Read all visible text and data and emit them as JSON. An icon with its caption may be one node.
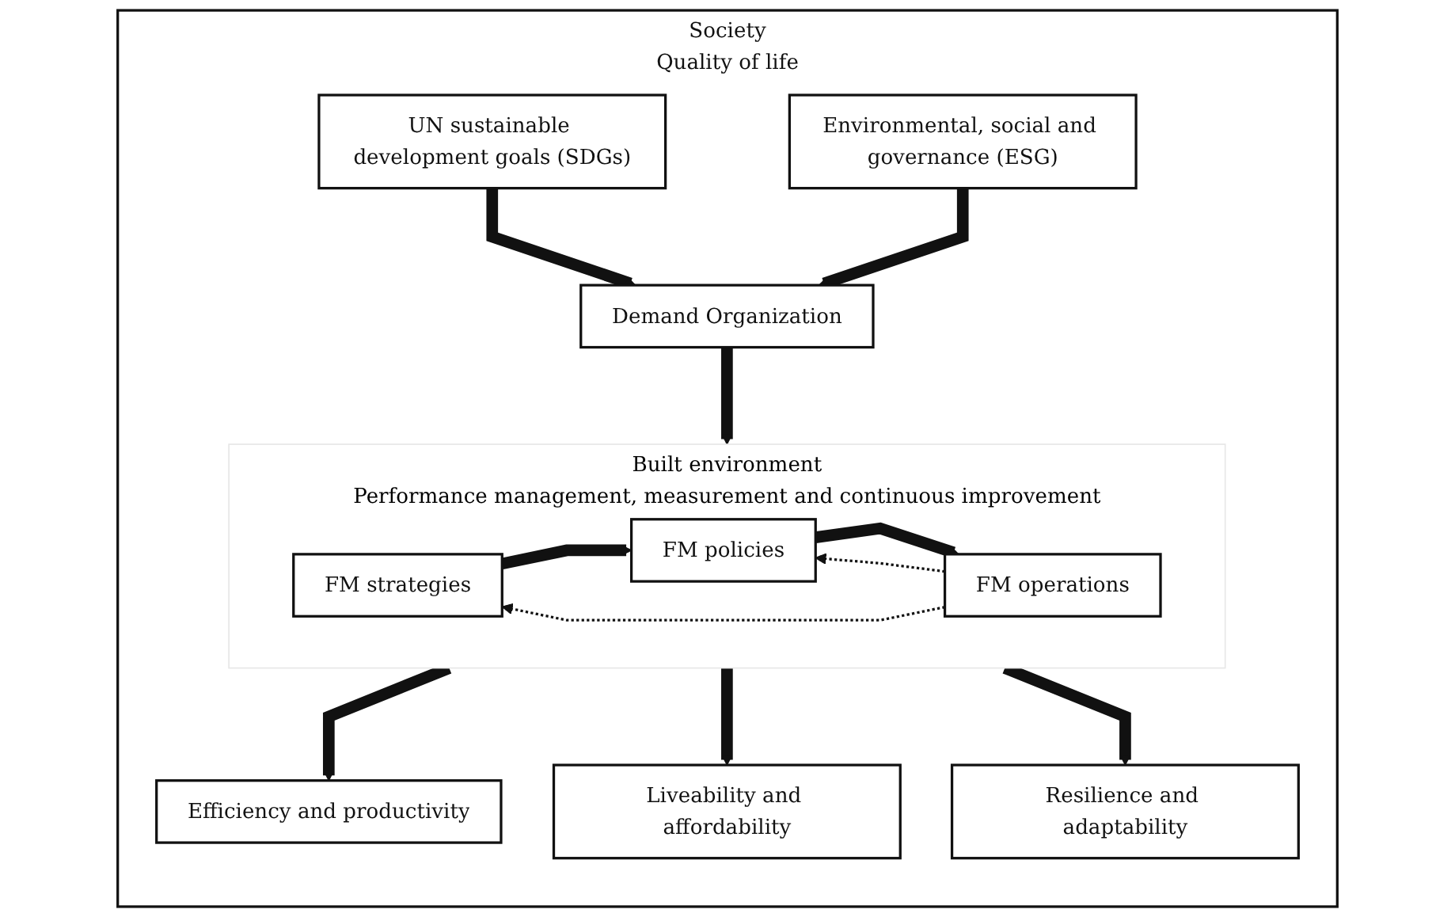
{
  "diagram": {
    "nodes": [
      {
        "text": [
          "Society",
          "Quality of life"
        ]
      },
      {
        "text": [
          "UN sustainable development goals (SDGs)"
        ],
        "in": 0
      },
      {
        "text": [
          "Demand Organization"
        ],
        "in": 0
      },
      {
        "text": [
          "Environmental, social and governance (ESG)"
        ],
        "in": 0
      },
      {
        "text": [
          "Built environment",
          "Performance management, measurement and continuous improvement"
        ],
        "in": 0
      },
      {
        "text": [
          "FM strategies"
        ],
        "in": 4
      },
      {
        "text": [
          "FM policies"
        ],
        "in": 4
      },
      {
        "text": [
          "FM operations"
        ],
        "in": 4
      },
      {
        "text": [
          "Efficiency and productivity"
        ],
        "in": 0
      },
      {
        "text": [
          "Liveability and affordability"
        ],
        "in": 0
      },
      {
        "text": [
          "Resilience and adaptability"
        ],
        "in": 0
      }
    ],
    "edges": [
      {
        "from": 1,
        "to": 2,
        "arrow": "to"
      },
      {
        "from": 3,
        "to": 2,
        "arrow": "to"
      },
      {
        "from": 2,
        "to": 4,
        "arrow": "to"
      },
      {
        "from": 5,
        "to": 6,
        "arrow": "to"
      },
      {
        "from": 6,
        "to": 7,
        "arrow": "to"
      },
      {
        "from": 7,
        "to": 5,
        "arrow": "to",
        "style": "dashed"
      },
      {
        "from": 7,
        "to": 6,
        "arrow": "to",
        "style": "dashed"
      },
      {
        "from": 4,
        "to": 8,
        "arrow": "to"
      },
      {
        "from": 4,
        "to": 9,
        "arrow": "to"
      },
      {
        "from": 4,
        "to": 10,
        "arrow": "to"
      }
    ]
  }
}
